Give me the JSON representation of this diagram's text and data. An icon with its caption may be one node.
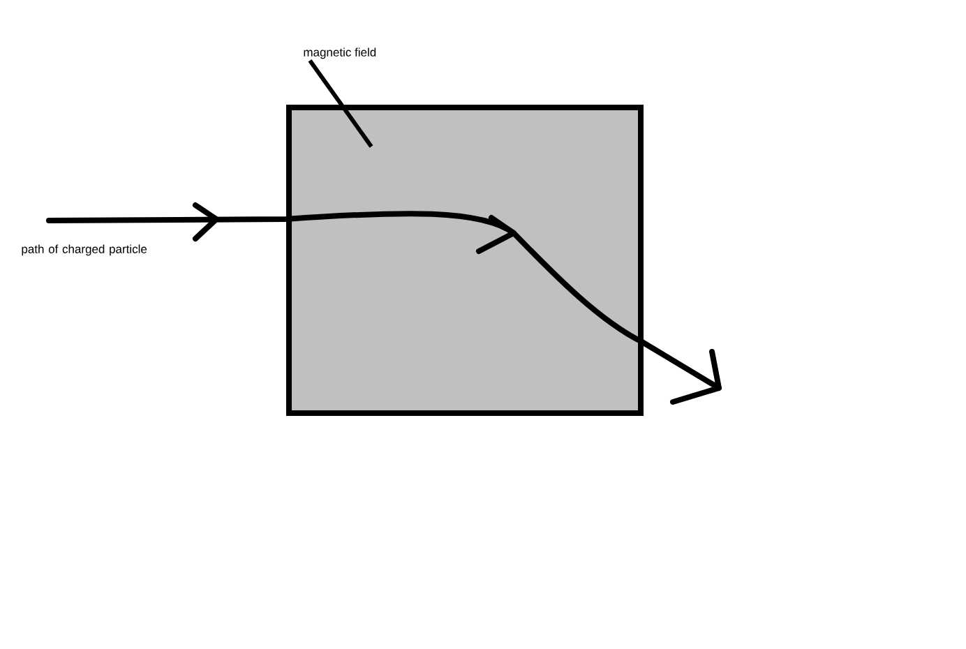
{
  "diagram": {
    "nodes": [
      {
        "text": [
          "magnetic field"
        ]
      },
      {
        "text": [],
        "shape": "box"
      }
    ],
    "edges": [
      {
        "from": 0,
        "to": 1,
        "arrow": "none"
      }
    ],
    "labels": [
      "path of charged particle"
    ]
  }
}
